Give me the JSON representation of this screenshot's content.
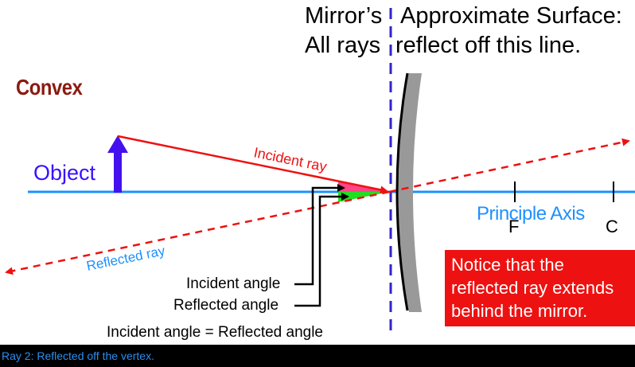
{
  "title": {
    "line1_left": "Mirror’s",
    "line1_right": "Approximate Surface:",
    "line2_left": "All rays",
    "line2_right": "reflect off this line."
  },
  "mirror_type": "Convex",
  "object_label": "Object",
  "incident_ray_label": "Incident ray",
  "reflected_ray_label": "Reflected ray",
  "principle_axis_label": "Principle Axis",
  "focal_point_label": "F",
  "center_label": "C",
  "incident_angle_label": "Incident angle",
  "reflected_angle_label": "Reflected angle",
  "equation": "Incident angle = Reflected angle",
  "notice": {
    "line1": "Notice that the",
    "line2": "reflected ray extends",
    "line3": "behind the mirror."
  },
  "footer": "Ray 2: Reflected off the vertex.",
  "colors": {
    "incident_ray": "#ee1111",
    "reflected_ray": "#ee1111",
    "axis": "#1e90ff",
    "object": "#4411ee",
    "mirror_surface": "#999999",
    "approx_line": "#3322cc",
    "convex_label": "#8b1a10",
    "notice_bg": "#ee1111",
    "incident_angle_fill": "#ff4488",
    "reflected_angle_fill": "#22dd22"
  }
}
